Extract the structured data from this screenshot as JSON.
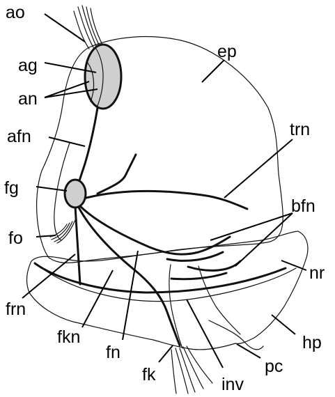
{
  "labels": {
    "ao": "ao",
    "ag": "ag",
    "an": "an",
    "afn": "afn",
    "fg": "fg",
    "fo": "fo",
    "frn": "frn",
    "fkn": "fkn",
    "fn": "fn",
    "fk": "fk",
    "inv": "inv",
    "pc": "pc",
    "hp": "hp",
    "nr": "nr",
    "bfn": "bfn",
    "trn": "trn",
    "ep": "ep"
  },
  "colors": {
    "ganglion_fill": "#cfcfcf",
    "stroke": "#111111"
  }
}
